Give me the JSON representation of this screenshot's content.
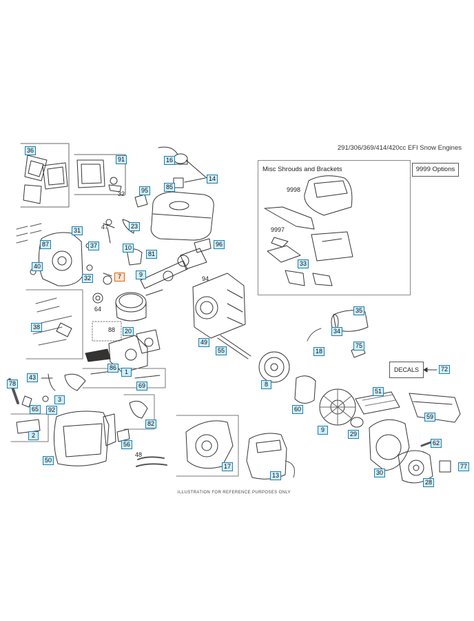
{
  "title": "291/306/369/414/420cc EFI Snow Engines",
  "footer_note": "ILLUSTRATION FOR REFERENCE PURPOSES ONLY",
  "misc_box": {
    "title": "Misc Shrouds and Brackets"
  },
  "options_label": "9999  Options",
  "decals_label": "DECALS",
  "callouts": [
    {
      "id": "36",
      "style": "blue"
    },
    {
      "id": "91",
      "style": "blue"
    },
    {
      "id": "32",
      "style": "plain"
    },
    {
      "id": "16",
      "style": "blue"
    },
    {
      "id": "14",
      "style": "blue"
    },
    {
      "id": "85",
      "style": "blue"
    },
    {
      "id": "95",
      "style": "blue"
    },
    {
      "id": "47",
      "style": "plain"
    },
    {
      "id": "23",
      "style": "blue"
    },
    {
      "id": "31",
      "style": "blue"
    },
    {
      "id": "87",
      "style": "blue"
    },
    {
      "id": "37",
      "style": "blue"
    },
    {
      "id": "40",
      "style": "blue"
    },
    {
      "id": "32",
      "style": "blue"
    },
    {
      "id": "10",
      "style": "blue"
    },
    {
      "id": "81",
      "style": "blue"
    },
    {
      "id": "96",
      "style": "blue"
    },
    {
      "id": "7",
      "style": "orange"
    },
    {
      "id": "9",
      "style": "blue"
    },
    {
      "id": "94",
      "style": "plain"
    },
    {
      "id": "64",
      "style": "plain"
    },
    {
      "id": "38",
      "style": "blue"
    },
    {
      "id": "88",
      "style": "plain"
    },
    {
      "id": "20",
      "style": "blue"
    },
    {
      "id": "49",
      "style": "blue"
    },
    {
      "id": "55",
      "style": "blue"
    },
    {
      "id": "86",
      "style": "blue"
    },
    {
      "id": "1",
      "style": "blue"
    },
    {
      "id": "78",
      "style": "blue"
    },
    {
      "id": "43",
      "style": "blue"
    },
    {
      "id": "69",
      "style": "blue"
    },
    {
      "id": "3",
      "style": "blue"
    },
    {
      "id": "65",
      "style": "blue"
    },
    {
      "id": "92",
      "style": "blue"
    },
    {
      "id": "2",
      "style": "blue"
    },
    {
      "id": "82",
      "style": "blue"
    },
    {
      "id": "56",
      "style": "blue"
    },
    {
      "id": "50",
      "style": "blue"
    },
    {
      "id": "48",
      "style": "plain"
    },
    {
      "id": "17",
      "style": "blue"
    },
    {
      "id": "13",
      "style": "blue"
    },
    {
      "id": "9998",
      "style": "plain"
    },
    {
      "id": "9997",
      "style": "plain"
    },
    {
      "id": "33",
      "style": "blue"
    },
    {
      "id": "35",
      "style": "blue"
    },
    {
      "id": "34",
      "style": "blue"
    },
    {
      "id": "18",
      "style": "blue"
    },
    {
      "id": "75",
      "style": "blue"
    },
    {
      "id": "72",
      "style": "blue"
    },
    {
      "id": "8",
      "style": "blue"
    },
    {
      "id": "51",
      "style": "blue"
    },
    {
      "id": "60",
      "style": "blue"
    },
    {
      "id": "9",
      "style": "blue"
    },
    {
      "id": "29",
      "style": "blue"
    },
    {
      "id": "59",
      "style": "blue"
    },
    {
      "id": "62",
      "style": "blue"
    },
    {
      "id": "30",
      "style": "blue"
    },
    {
      "id": "28",
      "style": "blue"
    },
    {
      "id": "77",
      "style": "blue"
    }
  ],
  "colors": {
    "callout_fill": "#cfeefa",
    "callout_border": "#1b7fb0",
    "highlight_fill": "#fde2cc",
    "highlight_border": "#d2691e"
  }
}
